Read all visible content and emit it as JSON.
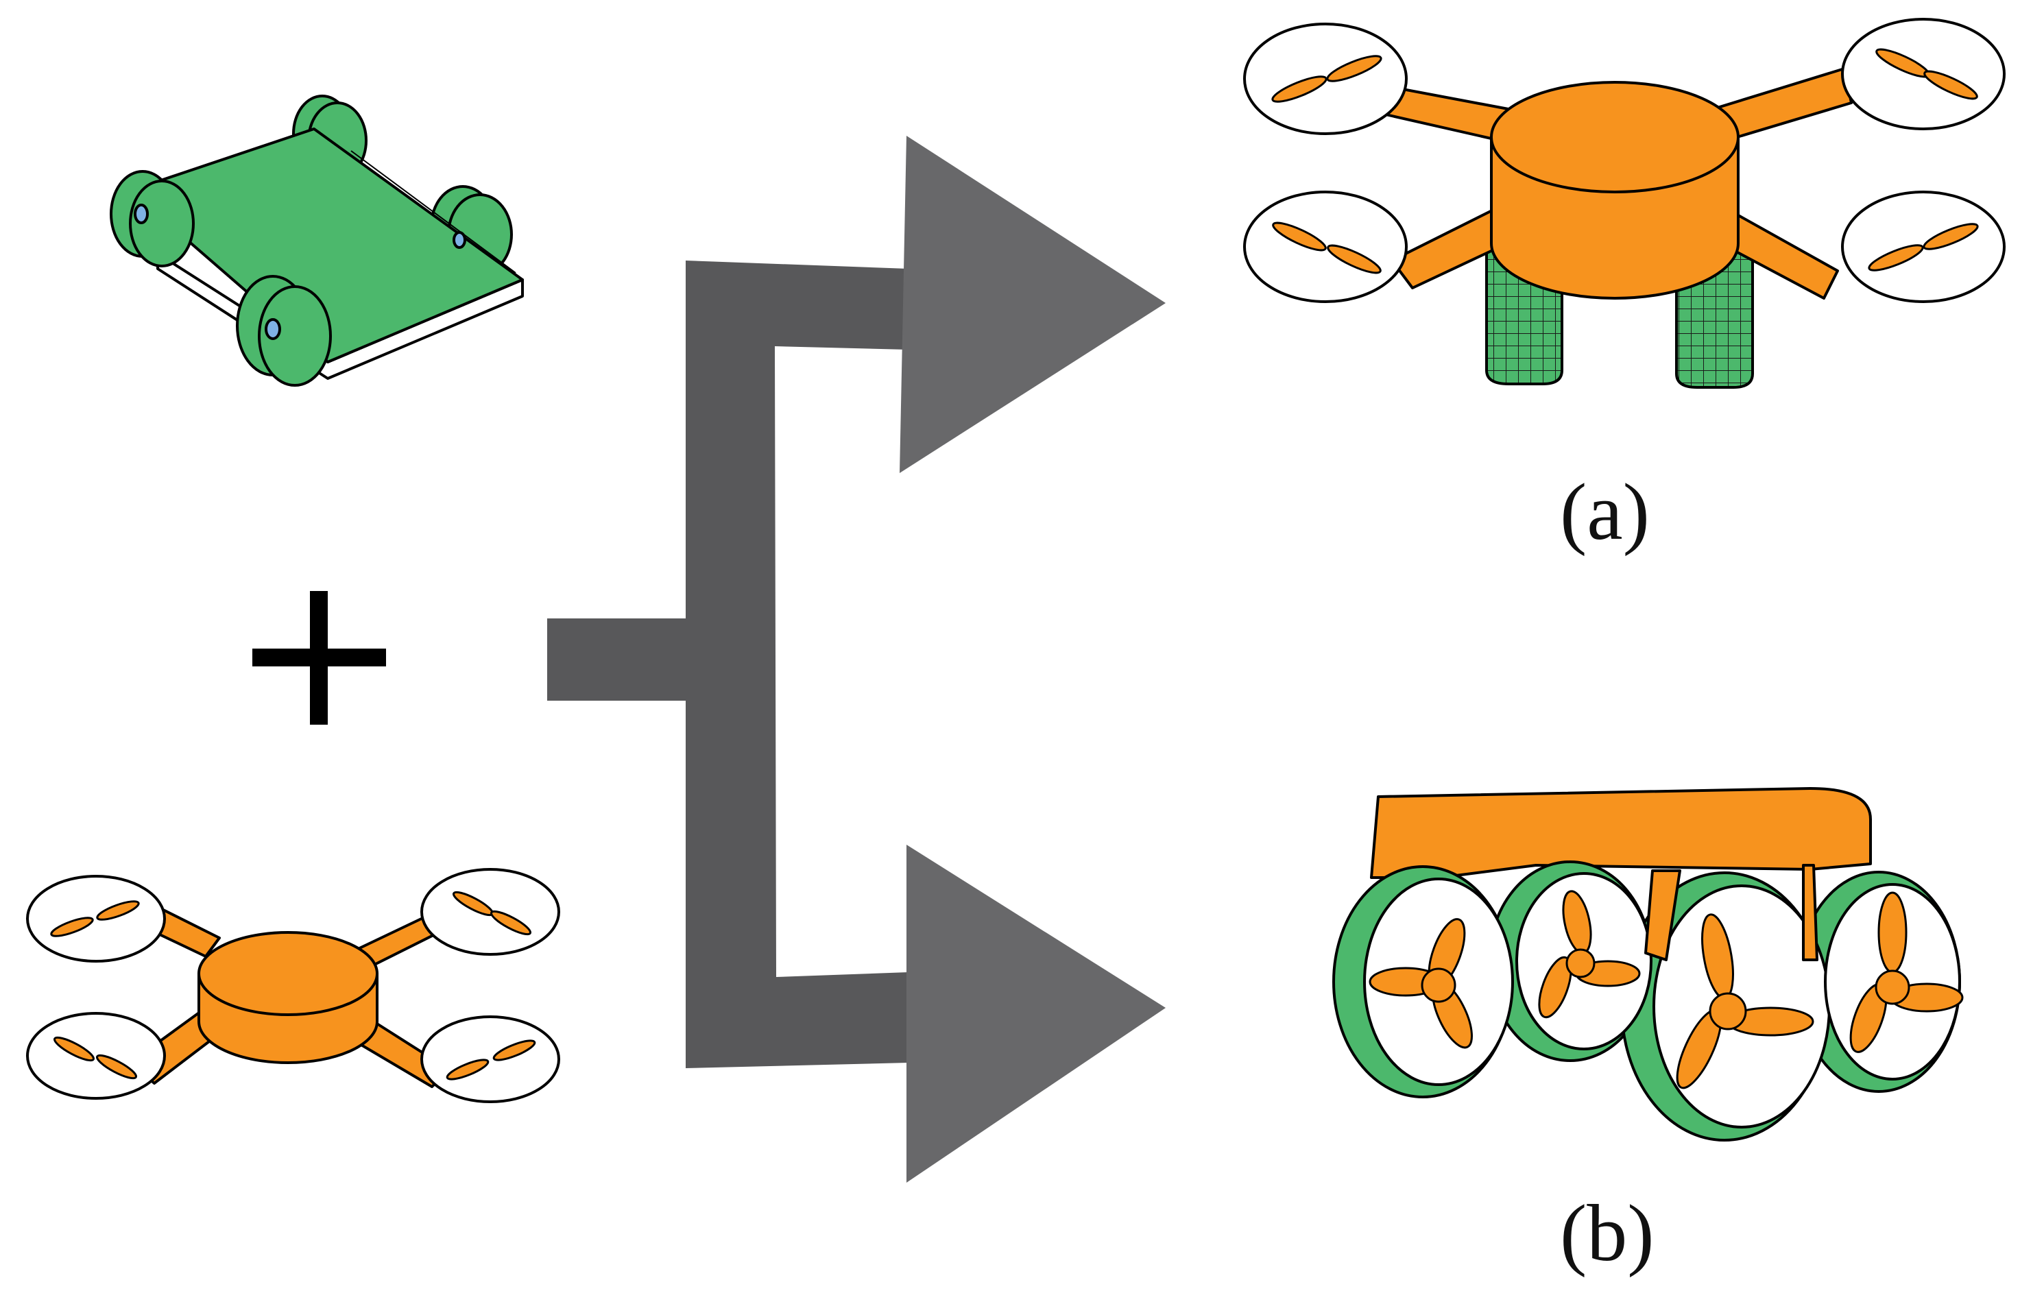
{
  "colors": {
    "orange": "#F7931E",
    "green": "#4CB86C",
    "arrow_dark": "#58585A",
    "arrow_head": "#68686A",
    "outline": "#000000",
    "text": "#111111"
  },
  "inputs": {
    "top_icon": "ground-robot-icon",
    "operator": "+",
    "bottom_icon": "quadcopter-drone-icon"
  },
  "outputs": [
    {
      "label": "(a)",
      "icon": "drone-with-wheels-icon"
    },
    {
      "label": "(b)",
      "icon": "drone-with-propeller-wheels-icon"
    }
  ],
  "arrow": {
    "type": "branching",
    "icon": "branch-arrow-icon"
  }
}
